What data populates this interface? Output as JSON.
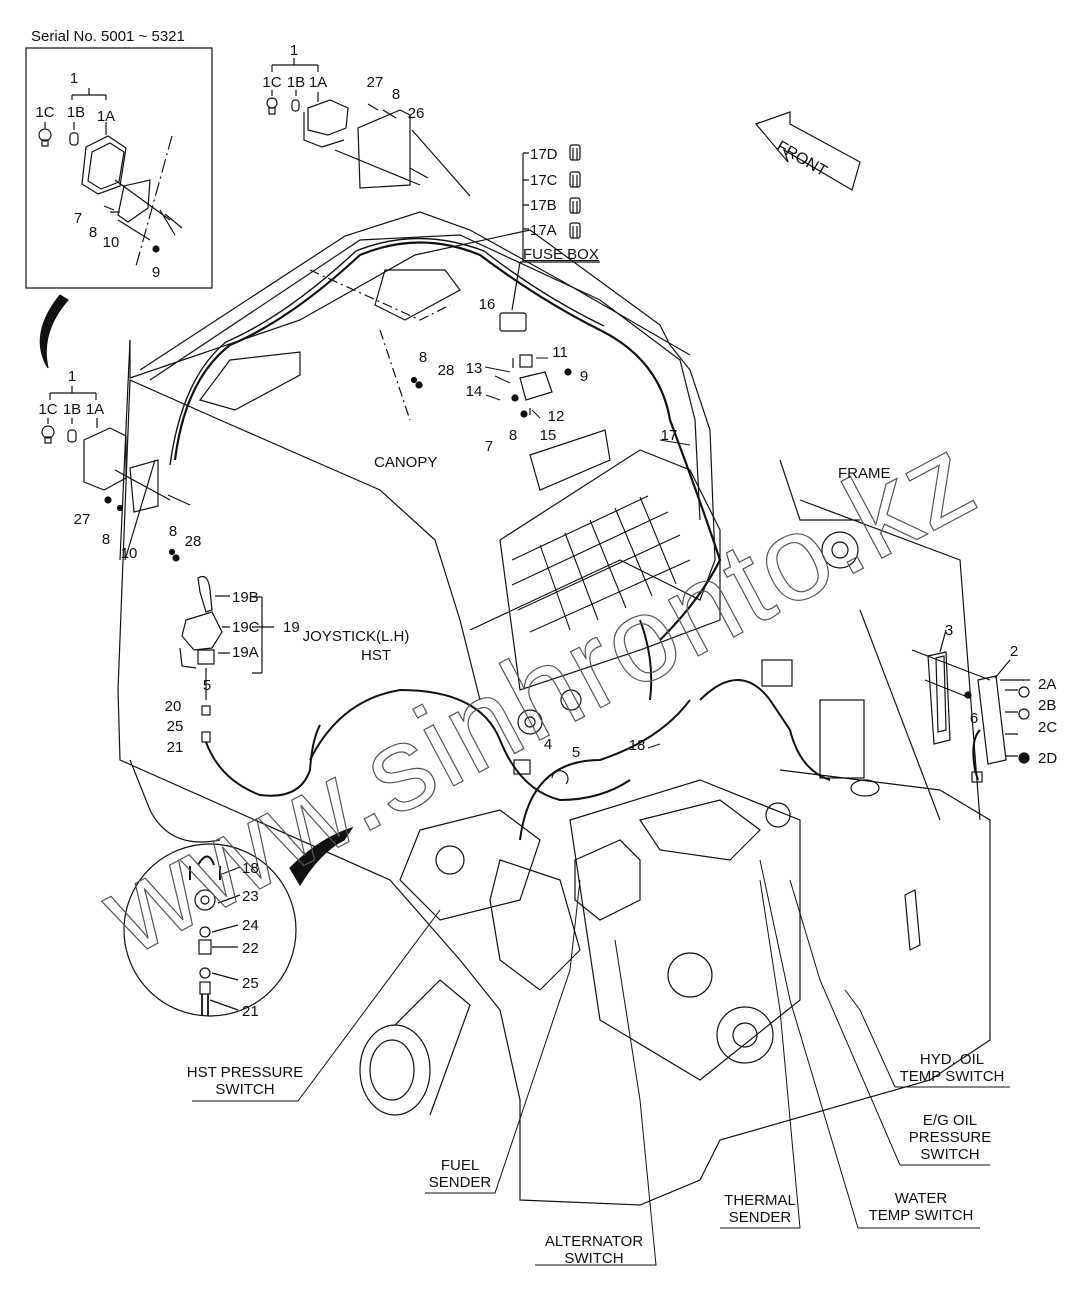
{
  "diagram": {
    "inset_title": "Serial No. 5001 ~ 5321",
    "front_arrow": "FRONT",
    "watermark": "www.sinhronto.kz",
    "section_labels": {
      "canopy": "CANOPY",
      "frame": "FRAME",
      "fuse_box": "FUSE BOX",
      "joystick_line1": "JOYSTICK(L.H)",
      "joystick_line2": "HST"
    },
    "inset_lamp": {
      "assembly": "1",
      "parts": [
        "1C",
        "1B",
        "1A"
      ],
      "hardware": [
        "7",
        "8",
        "10",
        "9"
      ]
    },
    "top_lamp": {
      "assembly": "1",
      "parts": [
        "1C",
        "1B",
        "1A"
      ],
      "hardware": [
        "27",
        "8",
        "26"
      ]
    },
    "left_lamp": {
      "assembly": "1",
      "parts": [
        "1C",
        "1B",
        "1A"
      ],
      "hardware": [
        "27",
        "8",
        "10",
        "8",
        "28"
      ]
    },
    "fuses": [
      "17D",
      "17C",
      "17B",
      "17A"
    ],
    "canopy_parts": [
      "16",
      "11",
      "13",
      "9",
      "14",
      "12",
      "7",
      "8",
      "15",
      "17",
      "8",
      "28"
    ],
    "joystick": {
      "assembly": "19",
      "parts": [
        "19B",
        "19C",
        "19A"
      ],
      "hardware": [
        "5",
        "20",
        "25",
        "21"
      ]
    },
    "detail_circle": [
      "18",
      "23",
      "24",
      "22",
      "25",
      "21"
    ],
    "rear_lamp": {
      "assembly": "2",
      "bracket": "3",
      "screw": "6",
      "parts": [
        "2A",
        "2B",
        "2C",
        "2D"
      ]
    },
    "engine_parts": [
      "4",
      "5",
      "18"
    ],
    "callouts": [
      {
        "line1": "HST PRESSURE",
        "line2": "SWITCH"
      },
      {
        "line1": "FUEL",
        "line2": "SENDER"
      },
      {
        "line1": "ALTERNATOR",
        "line2": "SWITCH"
      },
      {
        "line1": "THERMAL",
        "line2": "SENDER"
      },
      {
        "line1": "WATER",
        "line2": "TEMP SWITCH"
      },
      {
        "line1": "HYD. OIL",
        "line2": "TEMP SWITCH"
      },
      {
        "line1": "E/G OIL",
        "line2": "PRESSURE",
        "line3": "SWITCH"
      }
    ]
  }
}
